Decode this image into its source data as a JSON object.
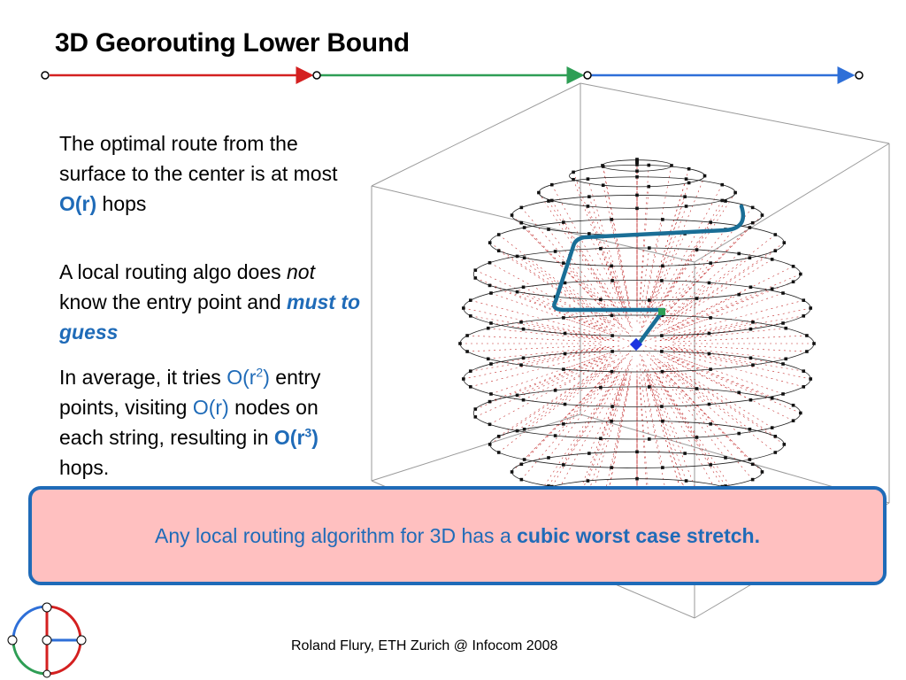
{
  "slide": {
    "title": "3D Georouting Lower Bound",
    "para1": {
      "before": "The optimal route from the surface to the center is at most ",
      "highlight": "O(r)",
      "after": " hops"
    },
    "para2": {
      "before": "A local routing algo does ",
      "italic": "not",
      "middle": " know the entry point and ",
      "highlight": "must to guess"
    },
    "para3": {
      "a": "In average, it tries ",
      "b1": "O(r",
      "b_sup": "2",
      "b2": ")",
      "c": " entry points, visiting ",
      "d": "O(r)",
      "e": " nodes on each string, resulting in ",
      "f1": "O(r",
      "f_sup": "3",
      "f2": ")",
      "g": " hops."
    },
    "banner": {
      "normal": "Any local routing algorithm for 3D has a ",
      "bold": "cubic worst case stretch."
    },
    "footer": "Roland Flury, ETH Zurich @ Infocom 2008"
  },
  "colors": {
    "accent": "#1F6BB8",
    "banner_bg": "#FFC0C0",
    "arrow_red": "#D42020",
    "arrow_green": "#2E9E55",
    "arrow_blue": "#2E6FD8",
    "route": "#1A6E96"
  }
}
